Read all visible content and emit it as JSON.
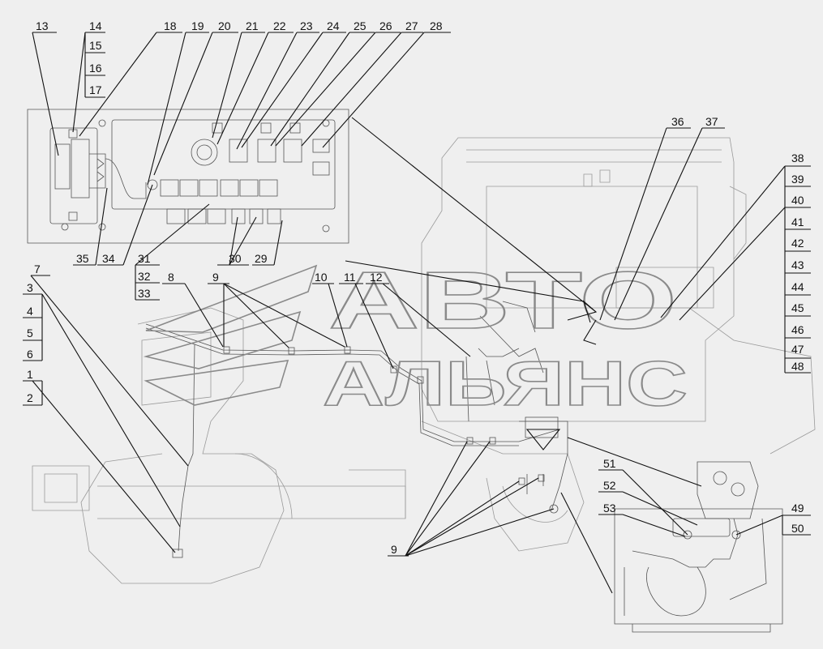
{
  "watermark": {
    "line1": "АВТО",
    "line2": "АЛЬЯНС"
  },
  "callouts": {
    "n1": "1",
    "n2": "2",
    "n3": "3",
    "n4": "4",
    "n5": "5",
    "n6": "6",
    "n7": "7",
    "n8": "8",
    "n9": "9",
    "n10": "10",
    "n11": "11",
    "n12": "12",
    "n13": "13",
    "n14": "14",
    "n15": "15",
    "n16": "16",
    "n17": "17",
    "n18": "18",
    "n19": "19",
    "n20": "20",
    "n21": "21",
    "n22": "22",
    "n23": "23",
    "n24": "24",
    "n25": "25",
    "n26": "26",
    "n27": "27",
    "n28": "28",
    "n29": "29",
    "n30": "30",
    "n31": "31",
    "n32": "32",
    "n33": "33",
    "n34": "34",
    "n35": "35",
    "n36": "36",
    "n37": "37",
    "n38": "38",
    "n39": "39",
    "n40": "40",
    "n41": "41",
    "n42": "42",
    "n43": "43",
    "n44": "44",
    "n45": "45",
    "n46": "46",
    "n47": "47",
    "n48": "48",
    "n49": "49",
    "n50": "50",
    "n51": "51",
    "n52": "52",
    "n53": "53"
  },
  "colors": {
    "background": "#efefef",
    "line": "#111111",
    "drawing": "#555555",
    "watermark": "#8a8a8a"
  }
}
